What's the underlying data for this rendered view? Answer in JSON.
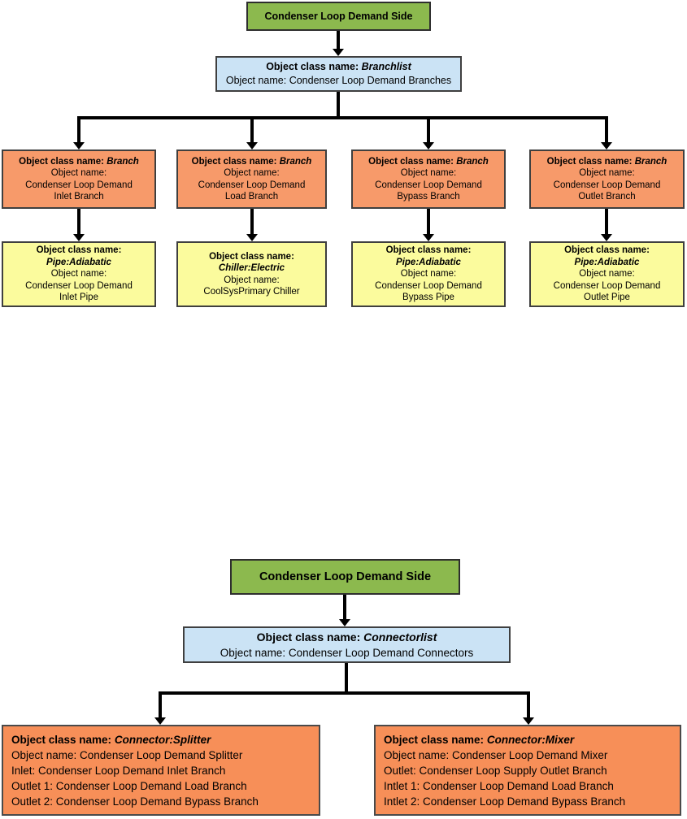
{
  "colors": {
    "root_green": "#8cb94e",
    "list_blue": "#cbe3f5",
    "branch_orange": "#f79a6a",
    "connector_orange": "#f78f58",
    "component_yellow": "#fbfb9d",
    "line_black": "#000000"
  },
  "branch_diagram": {
    "root_label": "Condenser Loop Demand Side",
    "list_box": {
      "class_label": "Object class name:",
      "class_name": "Branchlist",
      "object_line": "Object name: Condenser Loop Demand Branches"
    },
    "branches": [
      {
        "class_label": "Object class name:",
        "class_name": "Branch",
        "lines": [
          "Object name:",
          "Condenser Loop Demand",
          "Inlet Branch"
        ]
      },
      {
        "class_label": "Object class name:",
        "class_name": "Branch",
        "lines": [
          "Object name:",
          "Condenser Loop Demand",
          "Load Branch"
        ]
      },
      {
        "class_label": "Object class name:",
        "class_name": "Branch",
        "lines": [
          "Object name:",
          "Condenser Loop Demand",
          "Bypass Branch"
        ]
      },
      {
        "class_label": "Object class name:",
        "class_name": "Branch",
        "lines": [
          "Object name:",
          "Condenser Loop Demand",
          "Outlet Branch"
        ]
      }
    ],
    "components": [
      {
        "class_label": "Object class name:",
        "class_name": "Pipe:Adiabatic",
        "lines": [
          "Object name:",
          "Condenser Loop Demand",
          "Inlet Pipe"
        ]
      },
      {
        "class_label": "Object class name:",
        "class_name": "Chiller:Electric",
        "lines": [
          "Object name:",
          "CoolSysPrimary Chiller"
        ]
      },
      {
        "class_label": "Object class name:",
        "class_name": "Pipe:Adiabatic",
        "lines": [
          "Object name:",
          "Condenser Loop Demand",
          "Bypass Pipe"
        ]
      },
      {
        "class_label": "Object class name:",
        "class_name": "Pipe:Adiabatic",
        "lines": [
          "Object name:",
          "Condenser Loop Demand",
          "Outlet Pipe"
        ]
      }
    ]
  },
  "connector_diagram": {
    "root_label": "Condenser Loop Demand Side",
    "list_box": {
      "class_label": "Object class name:",
      "class_name": "Connectorlist",
      "object_line": "Object name: Condenser Loop Demand Connectors"
    },
    "connectors": [
      {
        "class_label": "Object class name:",
        "class_name": "Connector:Splitter",
        "lines": [
          "Object name: Condenser Loop Demand Splitter",
          "Inlet: Condenser Loop Demand Inlet Branch",
          "Outlet 1: Condenser Loop Demand Load Branch",
          "Outlet 2: Condenser Loop Demand Bypass Branch"
        ]
      },
      {
        "class_label": "Object class name:",
        "class_name": "Connector:Mixer",
        "lines": [
          "Object name: Condenser Loop Demand Mixer",
          "Outlet: Condenser Loop Supply Outlet Branch",
          "Intlet 1: Condenser Loop Demand Load Branch",
          "Intlet 2: Condenser Loop Demand Bypass Branch"
        ]
      }
    ]
  }
}
